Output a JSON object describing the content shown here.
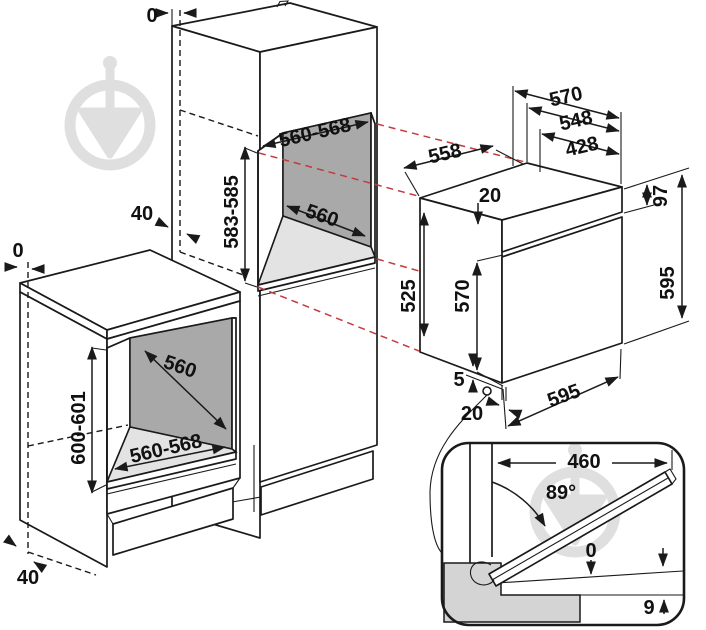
{
  "title": "Built-in oven installation dimensions diagram",
  "colors": {
    "line": "#1a1a1a",
    "projection_red": "#c43b3b",
    "niche_back_panel": "#a9a9a9",
    "niche_shelf": "#e3e3e3",
    "section_gray": "#d4d4d4",
    "watermark": "#d9d9d9",
    "background": "#ffffff"
  },
  "labels": {
    "zero_top": "0",
    "gap40_left": "40",
    "tall_niche_width": "560-568",
    "tall_niche_height": "583-585",
    "tall_niche_depth": "560",
    "zero_base": "0",
    "base_niche_depth": "560",
    "base_niche_height": "600-601",
    "base_niche_width": "560-568",
    "gap40_base": "40",
    "oven_top_width": "558",
    "oven_depth_total": "570",
    "oven_depth_case": "548",
    "oven_depth_inner": "428",
    "oven_top_inset": "20",
    "oven_panel_height": "97",
    "oven_side_height": "525",
    "oven_door_height": "570",
    "oven_total_height": "595",
    "oven_bottom_gap": "5",
    "oven_bottom_inset": "20",
    "oven_width": "595",
    "door_open_width": "460",
    "door_open_angle": "89°",
    "door_flush": "0",
    "door_floor_gap": "9"
  }
}
